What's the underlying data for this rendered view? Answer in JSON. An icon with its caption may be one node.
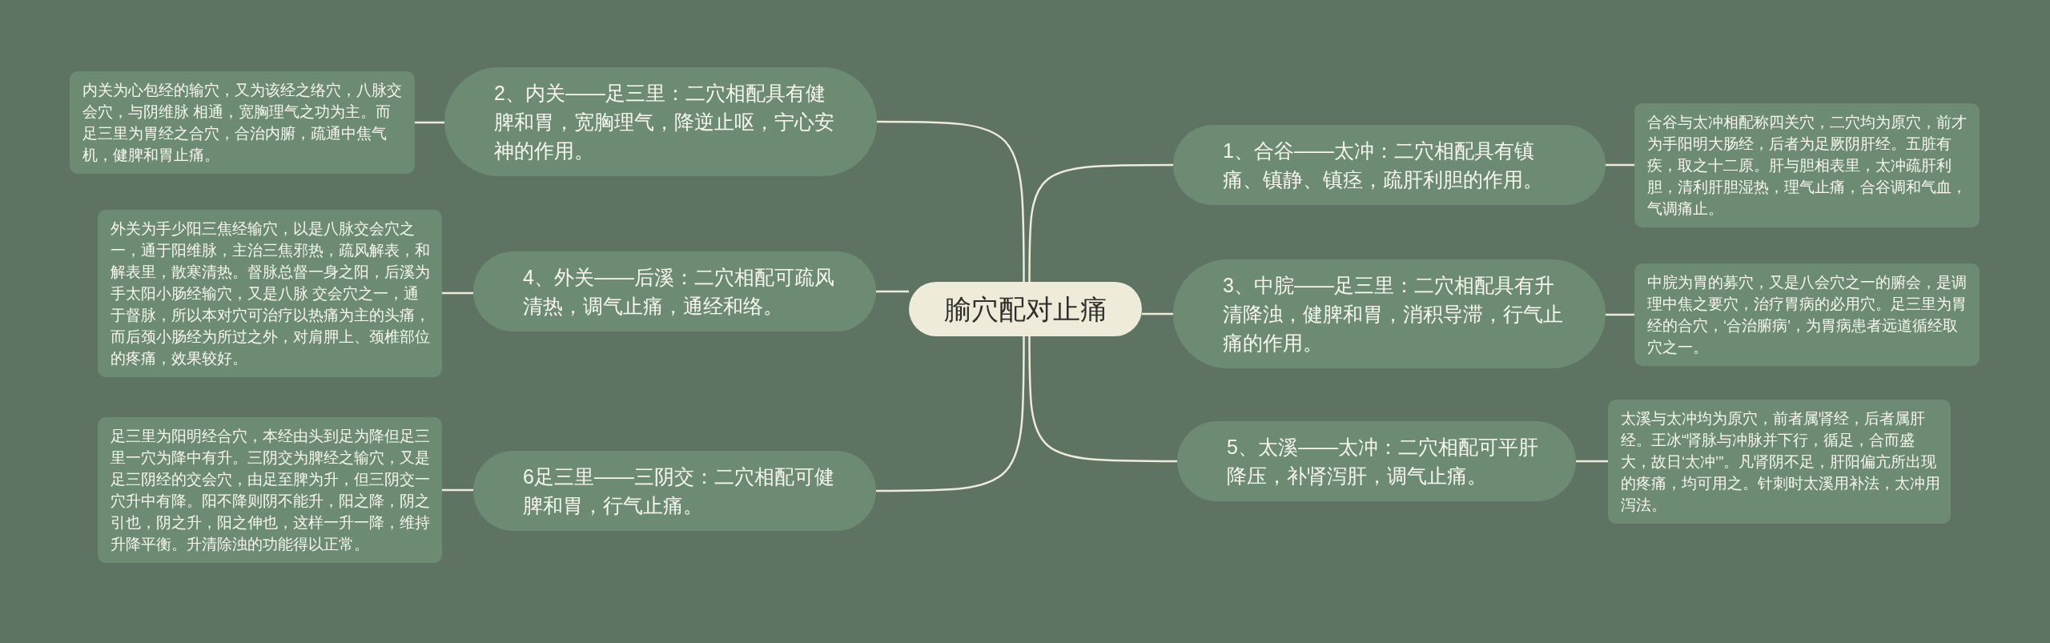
{
  "diagram": {
    "nodes": [
      {
        "text": [
          "腧穴配对止痛"
        ]
      },
      {
        "text": [
          "1、合谷——太冲：二穴相配具有镇痛、镇静、镇痉，疏肝利胆的作用。"
        ]
      },
      {
        "text": [
          "合谷与太冲相配称四关穴，二穴均为原穴，前才为手阳明大肠经，后者为足厥阴肝经。五脏有疾，取之十二原。肝与胆相表里，太冲疏肝利胆，清利肝胆湿热，理气止痛，合谷调和气血，气调痛止。"
        ]
      },
      {
        "text": [
          "2、内关——足三里：二穴相配具有健脾和胃，宽胸理气，降逆止呕，宁心安神的作用。"
        ]
      },
      {
        "text": [
          "内关为心包经的输穴，又为该经之络穴，八脉交会穴，与阴维脉 相通，宽胸理气之功为主。而足三里为胃经之合穴，合治内腑，疏通中焦气机，健脾和胃止痛。"
        ]
      },
      {
        "text": [
          "3、中脘——足三里：二穴相配具有升清降浊，健脾和胃，消积导滞，行气止痛的作用。"
        ]
      },
      {
        "text": [
          "中脘为胃的募穴，又是八会穴之一的腑会，是调理中焦之要穴，治疗胃病的必用穴。足三里为胃经的合穴，‘合治腑病’，为胃病患者远道循经取穴之一。"
        ]
      },
      {
        "text": [
          "4、外关——后溪：二穴相配可疏风清热，调气止痛，通经和络。"
        ]
      },
      {
        "text": [
          "外关为手少阳三焦经输穴，以是八脉交会穴之一，通于阳维脉，主治三焦邪热，疏风解表，和解表里，散寒清热。督脉总督一身之阳，后溪为手太阳小肠经输穴，又是八脉 交会穴之一，通于督脉，所以本对穴可治疗以热痛为主的头痛，而后颈小肠经为所过之外，对肩胛上、颈椎部位的疼痛，效果较好。"
        ]
      },
      {
        "text": [
          "5、太溪——太冲：二穴相配可平肝降压，补肾泻肝，调气止痛。"
        ]
      },
      {
        "text": [
          "太溪与太冲均为原穴，前者属肾经，后者属肝经。王冰“肾脉与冲脉并下行，循足，合而盛大，故日‘太冲’”。凡肾阴不足，肝阳偏亢所出现的疼痛，均可用之。针刺时太溪用补法，太冲用泻法。"
        ]
      },
      {
        "text": [
          "6足三里——三阴交：二穴相配可健脾和胃，行气止痛。"
        ]
      },
      {
        "text": [
          "足三里为阳明经合穴，本经由头到足为降但足三里一穴为降中有升。三阴交为脾经之输穴，又是足三阴经的交会穴，由足至脾为升，但三阴交一穴升中有降。阳不降则阴不能升，阳之降，阴之引也，阴之升，阳之伸也，这样一升一降，维持升降平衡。升清除浊的功能得以正常。"
        ]
      }
    ],
    "edges": [
      {
        "from": 0,
        "to": 1,
        "arrow": "none"
      },
      {
        "from": 1,
        "to": 2,
        "arrow": "none"
      },
      {
        "from": 0,
        "to": 3,
        "arrow": "none"
      },
      {
        "from": 3,
        "to": 4,
        "arrow": "none"
      },
      {
        "from": 0,
        "to": 5,
        "arrow": "none"
      },
      {
        "from": 5,
        "to": 6,
        "arrow": "none"
      },
      {
        "from": 0,
        "to": 7,
        "arrow": "none"
      },
      {
        "from": 7,
        "to": 8,
        "arrow": "none"
      },
      {
        "from": 0,
        "to": 9,
        "arrow": "none"
      },
      {
        "from": 9,
        "to": 10,
        "arrow": "none"
      },
      {
        "from": 0,
        "to": 11,
        "arrow": "none"
      },
      {
        "from": 11,
        "to": 12,
        "arrow": "none"
      }
    ]
  }
}
